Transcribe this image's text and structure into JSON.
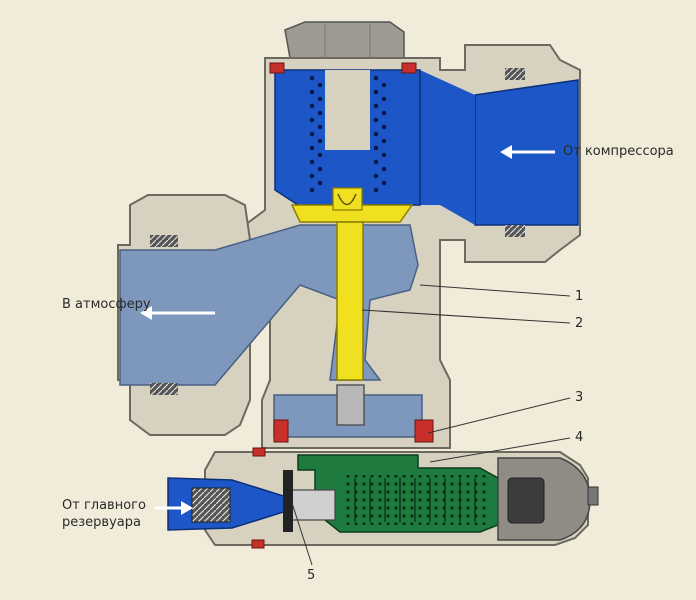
{
  "labels": {
    "from_compressor": "От компрессора",
    "to_atmosphere": "В атмосферу",
    "from_main_reservoir_line1": "От главного",
    "from_main_reservoir_line2": "резервуара"
  },
  "callouts": [
    "1",
    "2",
    "3",
    "4",
    "5"
  ],
  "colors": {
    "background": "#f1ecd9",
    "housing": "#d7d2c0",
    "housing_outline": "#6c6a60",
    "compressed_air": "#1d57c7",
    "exhaust_air": "#7d97bd",
    "valve_stem": "#f0e020",
    "piston": "#1e7a3e",
    "seal": "#c62f2a",
    "nut": "#9c9a92",
    "flow_arrow": "#ffffff"
  },
  "icons": {
    "flow_arrow": "arrow-left-icon",
    "inlet_arrow": "arrow-right-icon"
  }
}
